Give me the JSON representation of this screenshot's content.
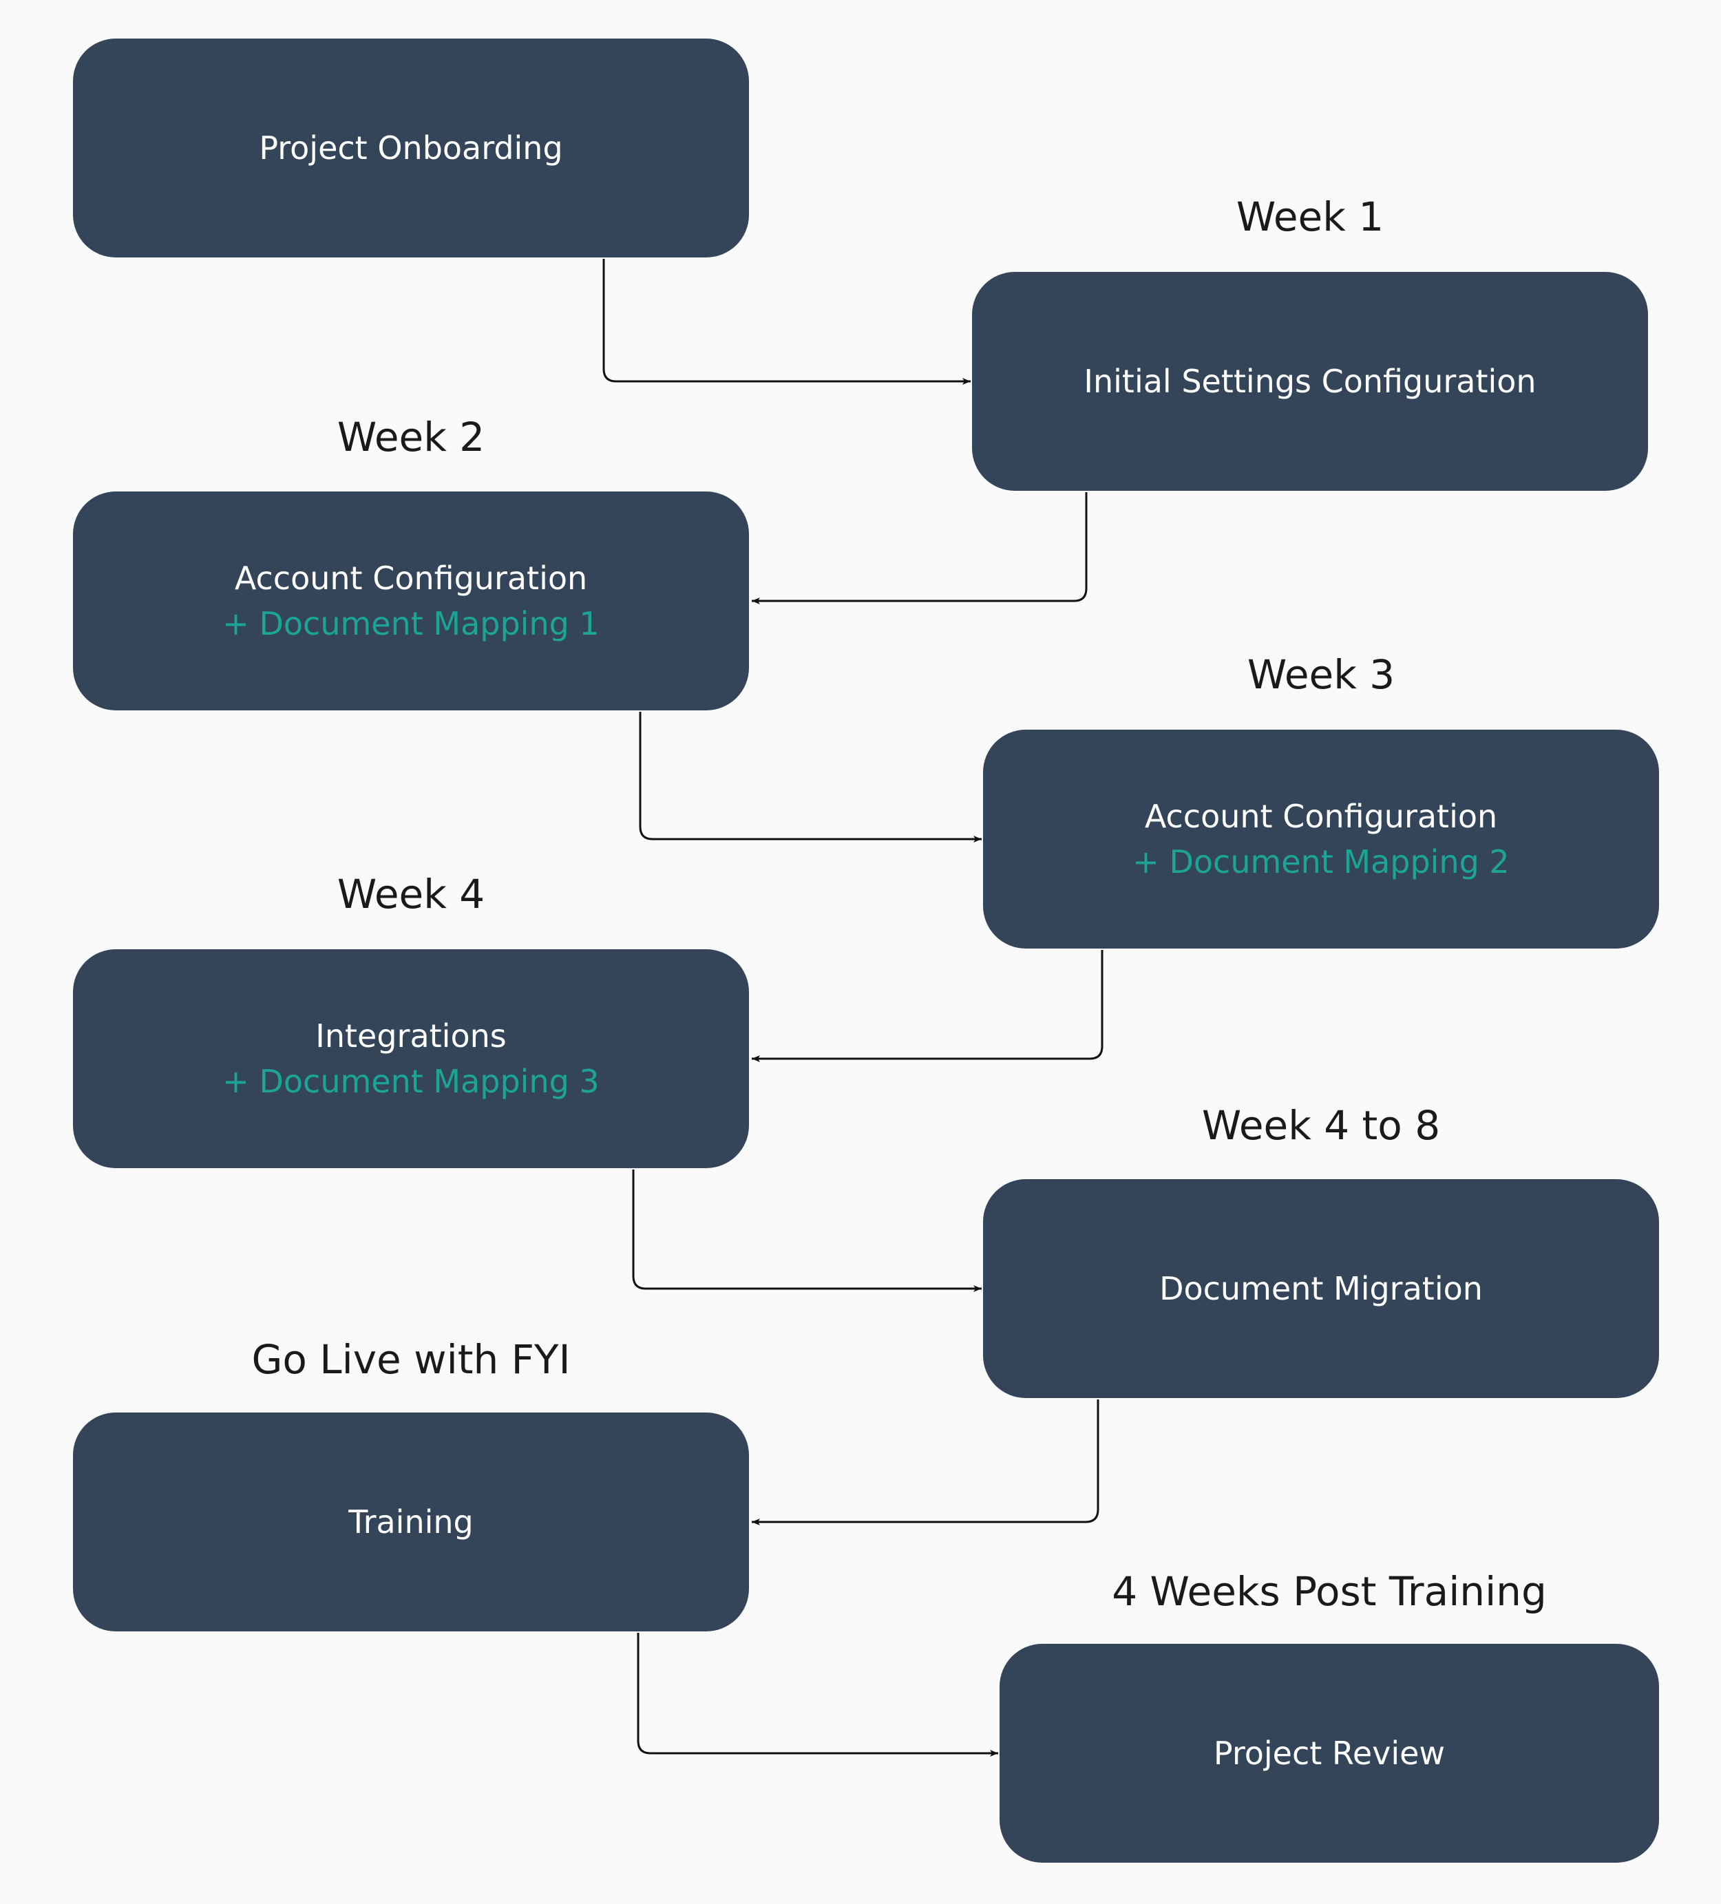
{
  "colors": {
    "background": "#fafafa",
    "box_fill": "#34455a",
    "box_text": "#ffffff",
    "accent_text": "#1ca596",
    "label_text": "#1a1a1a",
    "connector": "#111111"
  },
  "steps": [
    {
      "title": "Project Onboarding",
      "subtitle": "",
      "phase": ""
    },
    {
      "title": "Initial Settings Configuration",
      "subtitle": "",
      "phase": "Week 1"
    },
    {
      "title": "Account Configuration",
      "subtitle": "+ Document Mapping 1",
      "phase": "Week 2"
    },
    {
      "title": "Account Configuration",
      "subtitle": "+ Document Mapping 2",
      "phase": "Week 3"
    },
    {
      "title": "Integrations",
      "subtitle": "+ Document Mapping 3",
      "phase": "Week 4"
    },
    {
      "title": "Document Migration",
      "subtitle": "",
      "phase": "Week 4 to 8"
    },
    {
      "title": "Training",
      "subtitle": "",
      "phase": "Go Live with FYI"
    },
    {
      "title": "Project Review",
      "subtitle": "",
      "phase": "4 Weeks Post Training"
    }
  ],
  "connections": [
    {
      "from": 0,
      "to": 1
    },
    {
      "from": 1,
      "to": 2
    },
    {
      "from": 2,
      "to": 3
    },
    {
      "from": 3,
      "to": 4
    },
    {
      "from": 4,
      "to": 5
    },
    {
      "from": 5,
      "to": 6
    },
    {
      "from": 6,
      "to": 7
    }
  ]
}
